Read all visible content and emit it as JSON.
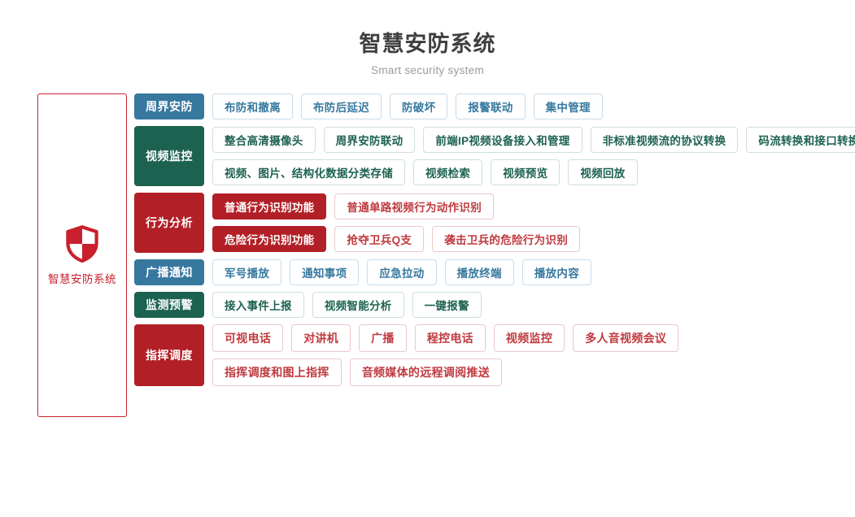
{
  "header": {
    "title": "智慧安防系统",
    "subtitle": "Smart security system"
  },
  "brand": {
    "icon": "shield-icon",
    "label": "智慧安防系统",
    "color": "#c8202c"
  },
  "colors": {
    "blue": "#37789f",
    "green": "#1d6250",
    "red": "#b21f26",
    "title": "#3f3f3f",
    "subtitle": "#9b9b9b"
  },
  "rows": [
    {
      "category": "周界安防",
      "theme": "blue",
      "lines": [
        [
          {
            "label": "布防和撤离",
            "style": "outline"
          },
          {
            "label": "布防后延迟",
            "style": "outline"
          },
          {
            "label": "防破坏",
            "style": "outline"
          },
          {
            "label": "报警联动",
            "style": "outline"
          },
          {
            "label": "集中管理",
            "style": "outline"
          }
        ]
      ]
    },
    {
      "category": "视频监控",
      "theme": "green",
      "lines": [
        [
          {
            "label": "整合高清摄像头",
            "style": "outline"
          },
          {
            "label": "周界安防联动",
            "style": "outline"
          },
          {
            "label": "前端IP视频设备接入和管理",
            "style": "outline"
          },
          {
            "label": "非标准视频流的协议转换",
            "style": "outline"
          },
          {
            "label": "码流转换和接口转换",
            "style": "outline"
          }
        ],
        [
          {
            "label": "视频、图片、结构化数据分类存储",
            "style": "outline"
          },
          {
            "label": "视频检索",
            "style": "outline"
          },
          {
            "label": "视频预览",
            "style": "outline"
          },
          {
            "label": "视频回放",
            "style": "outline"
          }
        ]
      ]
    },
    {
      "category": "行为分析",
      "theme": "red",
      "lines": [
        [
          {
            "label": "普通行为识别功能",
            "style": "solid"
          },
          {
            "label": "普通单路视频行为动作识别",
            "style": "outline"
          }
        ],
        [
          {
            "label": "危险行为识别功能",
            "style": "solid"
          },
          {
            "label": "抢夺卫兵Q支",
            "style": "outline"
          },
          {
            "label": "袭击卫兵的危险行为识别",
            "style": "outline"
          }
        ]
      ]
    },
    {
      "category": "广播通知",
      "theme": "blue",
      "lines": [
        [
          {
            "label": "军号播放",
            "style": "outline"
          },
          {
            "label": "通知事项",
            "style": "outline"
          },
          {
            "label": "应急拉动",
            "style": "outline"
          },
          {
            "label": "播放终端",
            "style": "outline"
          },
          {
            "label": "播放内容",
            "style": "outline"
          }
        ]
      ]
    },
    {
      "category": "监测预警",
      "theme": "green",
      "lines": [
        [
          {
            "label": "接入事件上报",
            "style": "outline"
          },
          {
            "label": "视频智能分析",
            "style": "outline"
          },
          {
            "label": "一键报警",
            "style": "outline"
          }
        ]
      ]
    },
    {
      "category": "指挥调度",
      "theme": "red",
      "lines": [
        [
          {
            "label": "可视电话",
            "style": "outline"
          },
          {
            "label": "对讲机",
            "style": "outline"
          },
          {
            "label": "广播",
            "style": "outline"
          },
          {
            "label": "程控电话",
            "style": "outline"
          },
          {
            "label": "视频监控",
            "style": "outline"
          },
          {
            "label": "多人音视频会议",
            "style": "outline"
          }
        ],
        [
          {
            "label": "指挥调度和图上指挥",
            "style": "outline"
          },
          {
            "label": "音频媒体的远程调阅推送",
            "style": "outline"
          }
        ]
      ]
    }
  ]
}
